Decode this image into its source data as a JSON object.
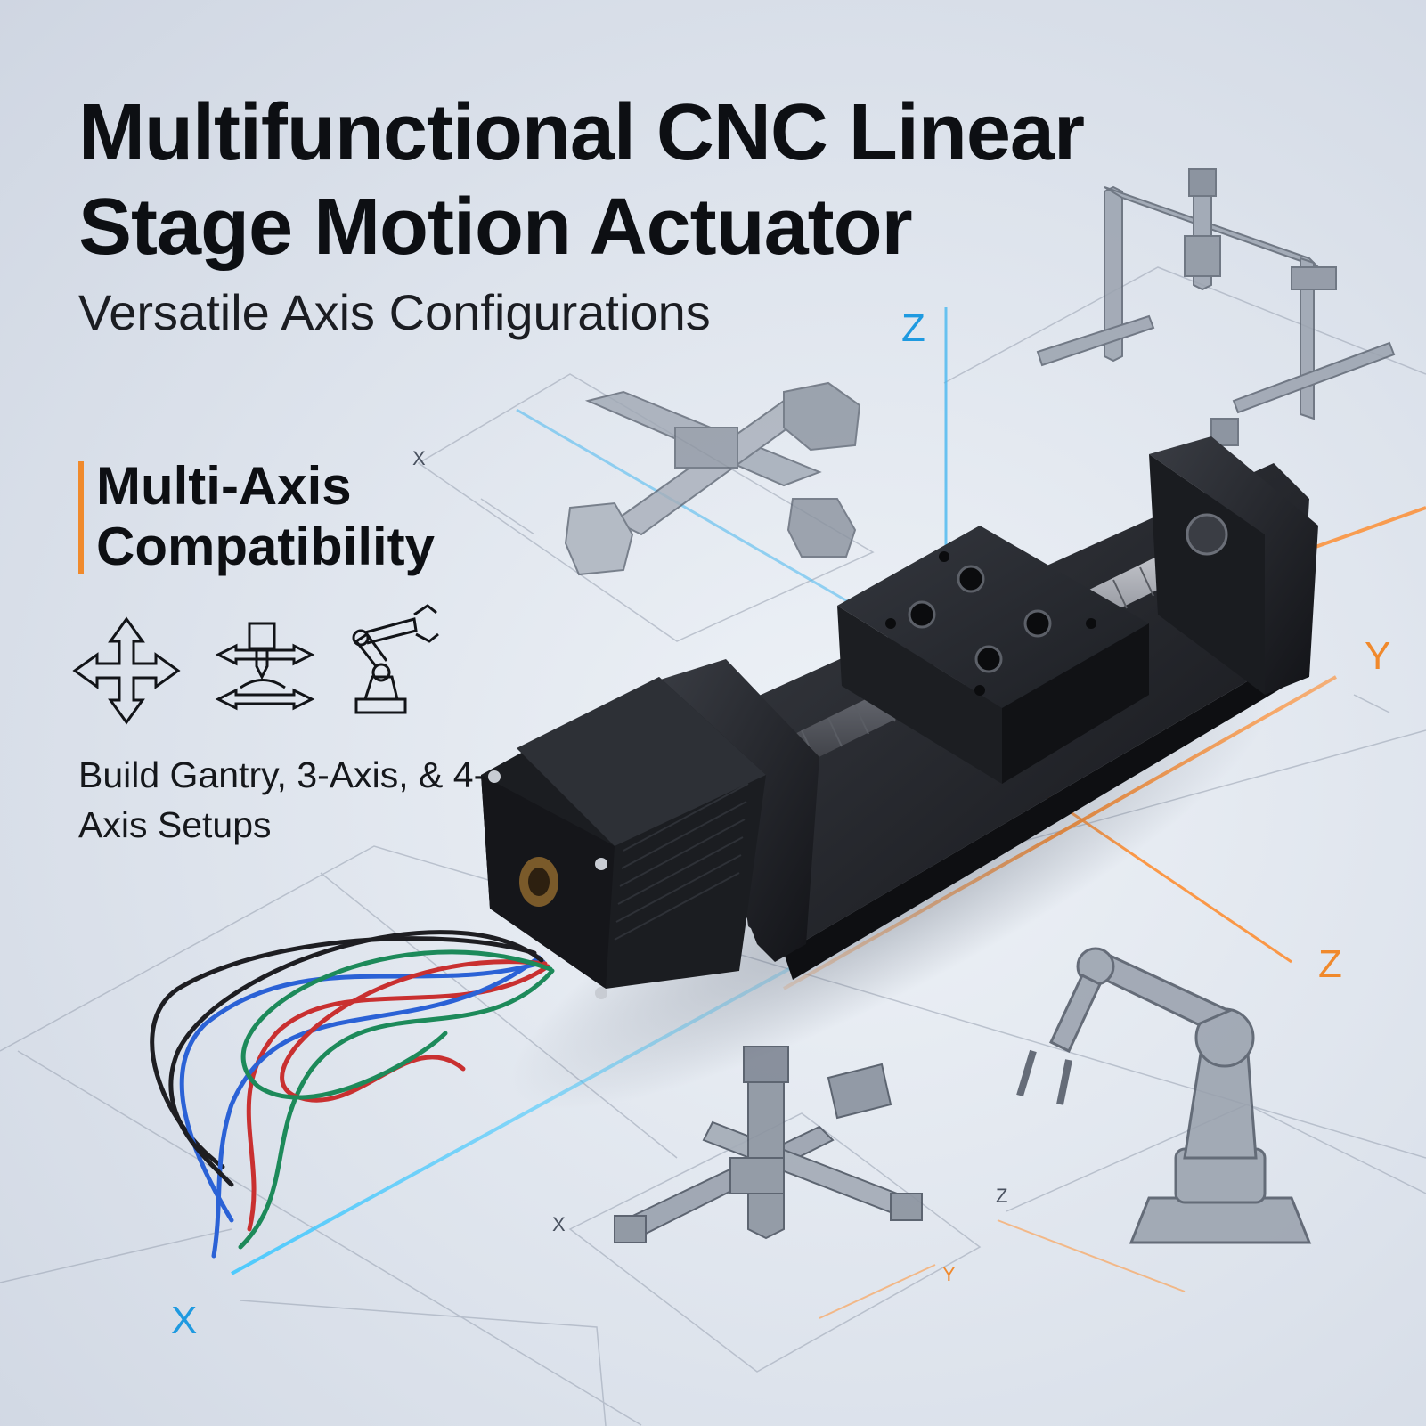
{
  "title": "Multifunctional CNC Linear Stage Motion Actuator",
  "subtitle": "Versatile Axis Configurations",
  "feature": {
    "heading": "Multi-Axis Compatibility",
    "description": "Build Gantry, 3-Axis, & 4-Axis Setups",
    "icons": [
      "four-way-arrows-icon",
      "cnc-spindle-icon",
      "robot-arm-icon"
    ]
  },
  "axis_labels": {
    "z_top": "Z",
    "y_right": "Y",
    "z_right": "Z",
    "x_bottom": "X",
    "x_small_top": "X",
    "x_small_bottom": "X",
    "y_small_bottom": "Y",
    "z_small_bottom": "Z"
  },
  "colors": {
    "accent_orange": "#f08a2c",
    "axis_blue": "#1f9ae0",
    "text": "#0d0f13"
  }
}
